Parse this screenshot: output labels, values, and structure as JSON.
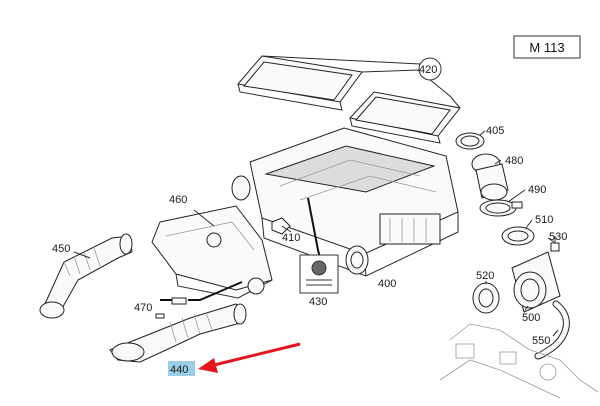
{
  "header": {
    "model_code": "M 113"
  },
  "parts": [
    {
      "id": "part-420",
      "number": "420"
    },
    {
      "id": "part-405",
      "number": "405"
    },
    {
      "id": "part-480",
      "number": "480"
    },
    {
      "id": "part-490",
      "number": "490"
    },
    {
      "id": "part-510",
      "number": "510"
    },
    {
      "id": "part-530",
      "number": "530"
    },
    {
      "id": "part-460",
      "number": "460"
    },
    {
      "id": "part-410",
      "number": "410"
    },
    {
      "id": "part-450",
      "number": "450"
    },
    {
      "id": "part-400",
      "number": "400"
    },
    {
      "id": "part-520",
      "number": "520"
    },
    {
      "id": "part-470",
      "number": "470"
    },
    {
      "id": "part-430",
      "number": "430"
    },
    {
      "id": "part-500",
      "number": "500"
    },
    {
      "id": "part-550",
      "number": "550"
    },
    {
      "id": "part-440",
      "number": "440"
    }
  ],
  "highlight": {
    "part_number": "440",
    "color": "#9ccde6"
  },
  "arrow": {
    "color": "#e3161d",
    "points_to": "440"
  }
}
